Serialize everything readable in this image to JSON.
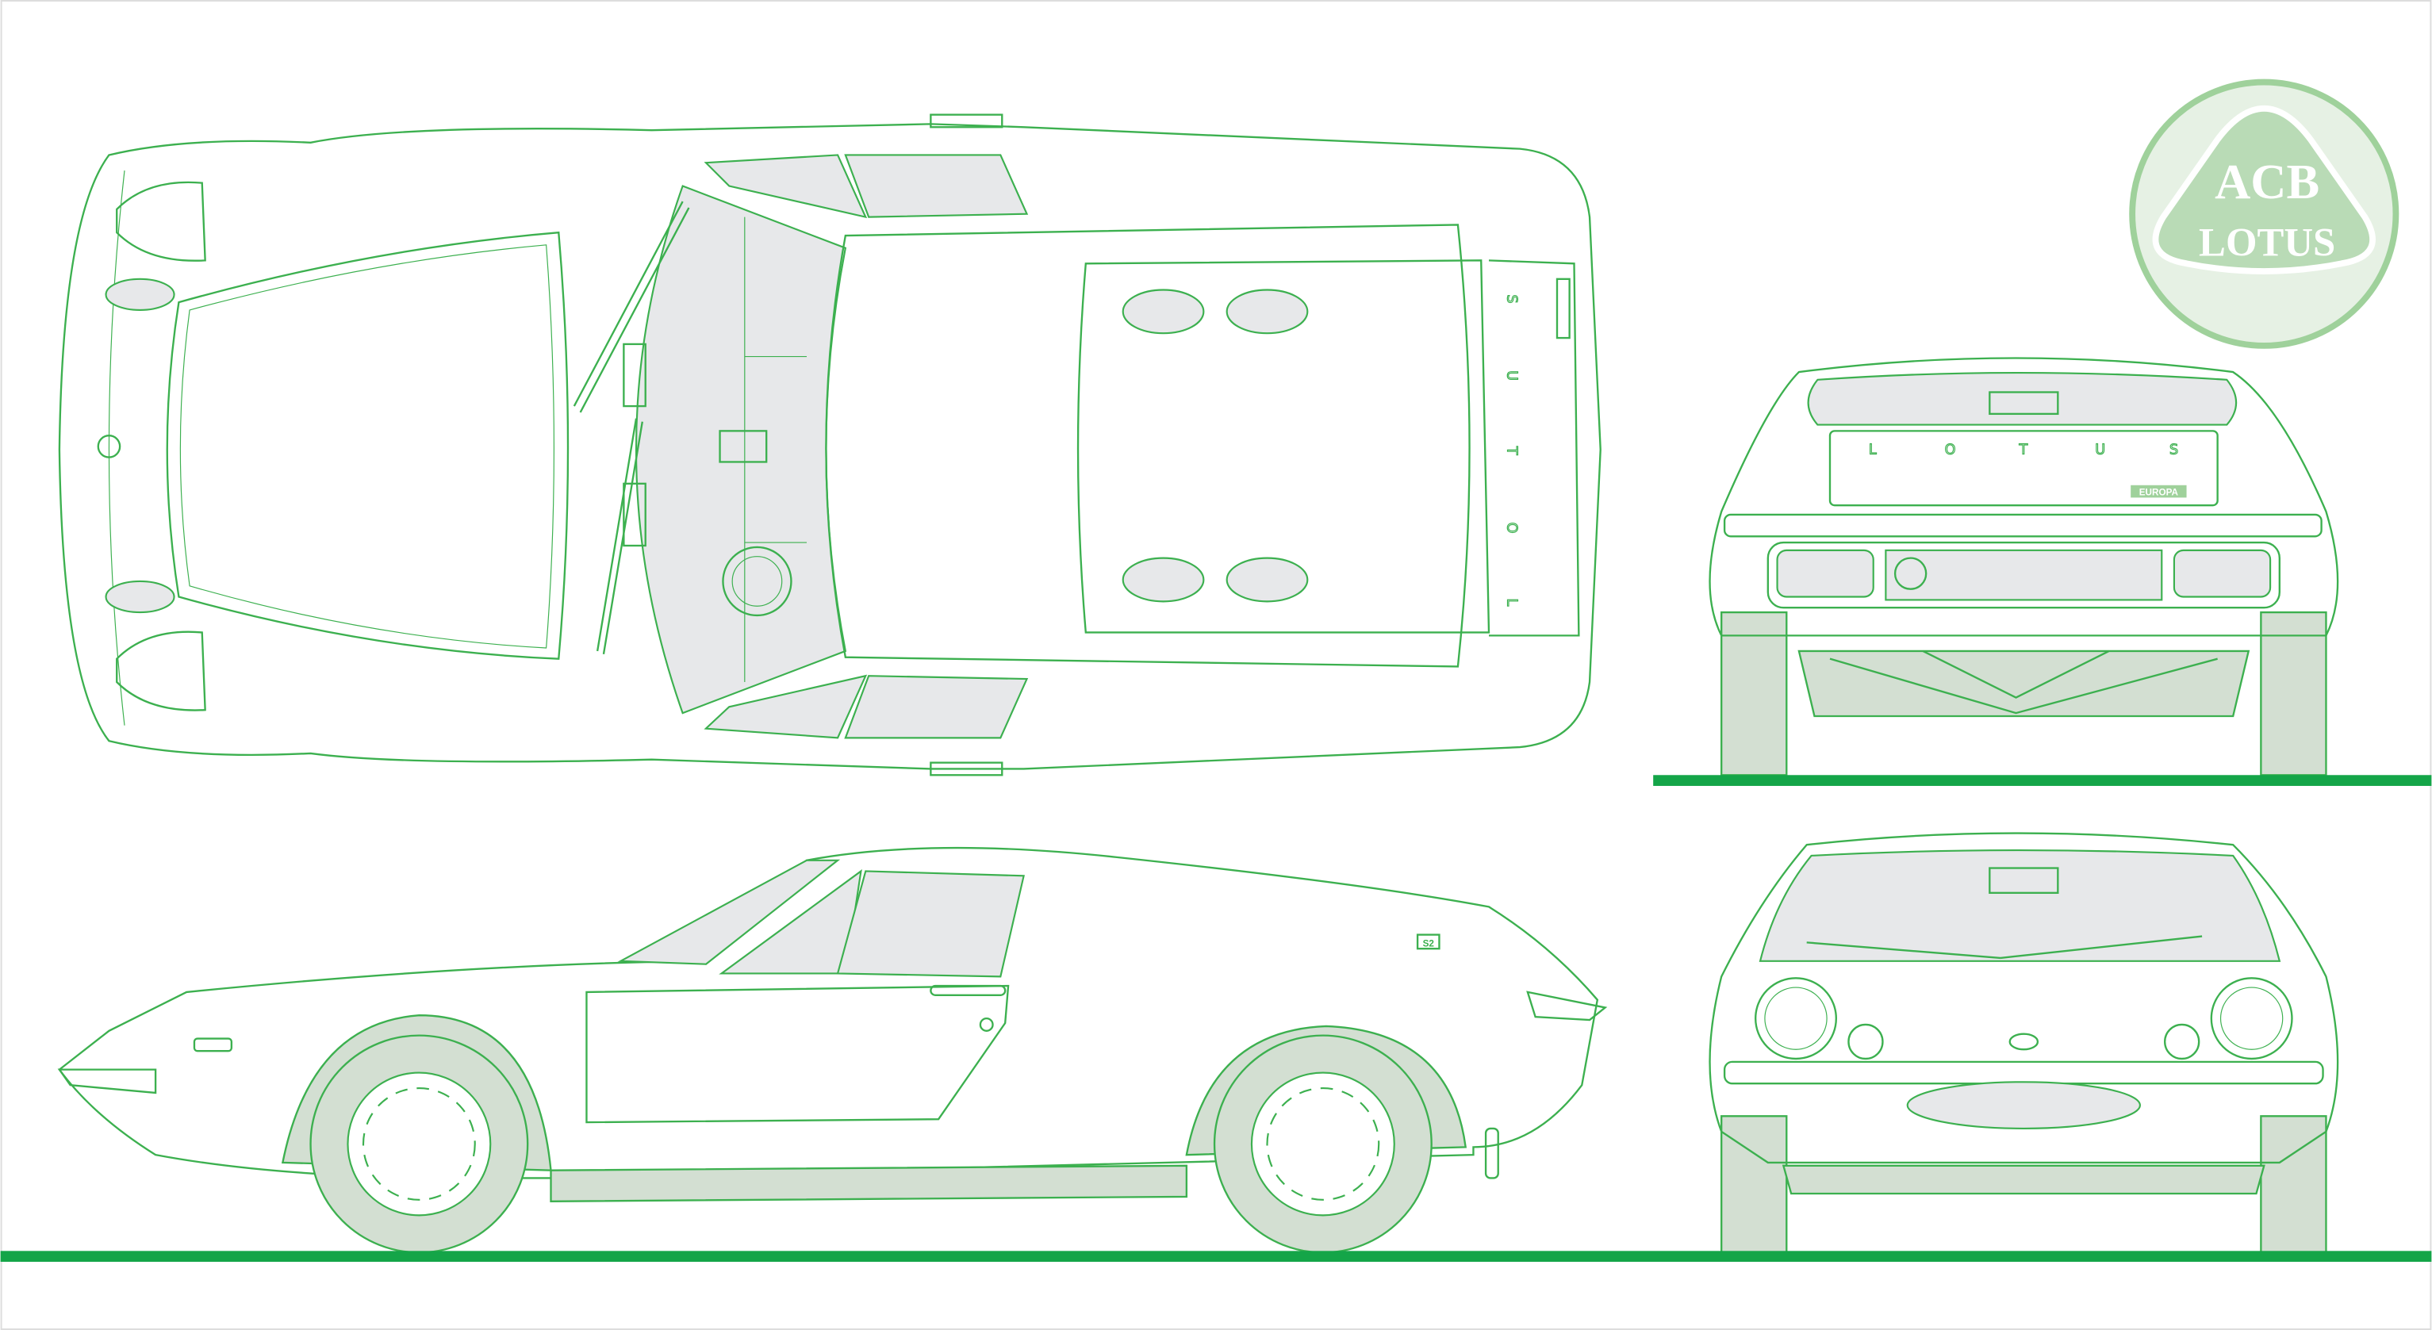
{
  "title": "Lotus Europa S2 blueprint",
  "views": [
    "top",
    "rear",
    "side",
    "front"
  ],
  "colors": {
    "line": "#3cb04f",
    "ground": "#14a548",
    "glass": "#e7e8ea",
    "tyre": "#d3dfd2",
    "logo_light": "#e6f1e4",
    "logo_mid": "#b9dbb6",
    "logo_ring": "#9fd19b"
  },
  "logo": {
    "brand": "LOTUS",
    "monogram": "ACB"
  },
  "rear_view": {
    "letters": [
      "L",
      "O",
      "T",
      "U",
      "S"
    ],
    "badge": "EUROPA"
  },
  "top_view": {
    "letters": [
      "S",
      "U",
      "T",
      "O",
      "L"
    ]
  },
  "side_view": {
    "badge": "S2"
  }
}
